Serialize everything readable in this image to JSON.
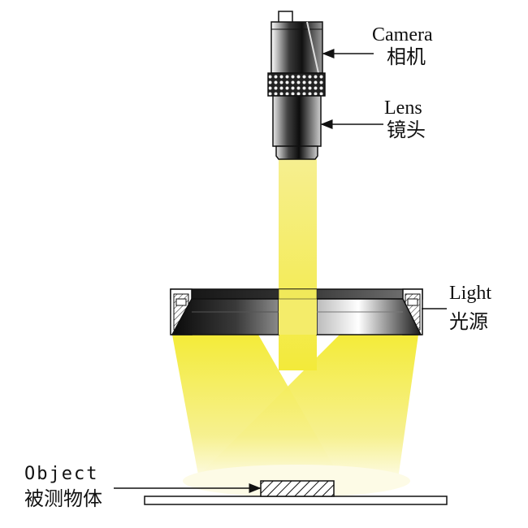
{
  "labels": {
    "camera_en": "Camera",
    "camera_zh": "相机",
    "lens_en": "Lens",
    "lens_zh": "镜头",
    "light_en": "Light",
    "light_zh": "光源",
    "object_en": "Object",
    "object_zh": "被测物体"
  },
  "colors": {
    "beam": "#f3ea3a",
    "beam_center": "#fbf6c0",
    "outline": "#111111",
    "background": "#ffffff"
  }
}
